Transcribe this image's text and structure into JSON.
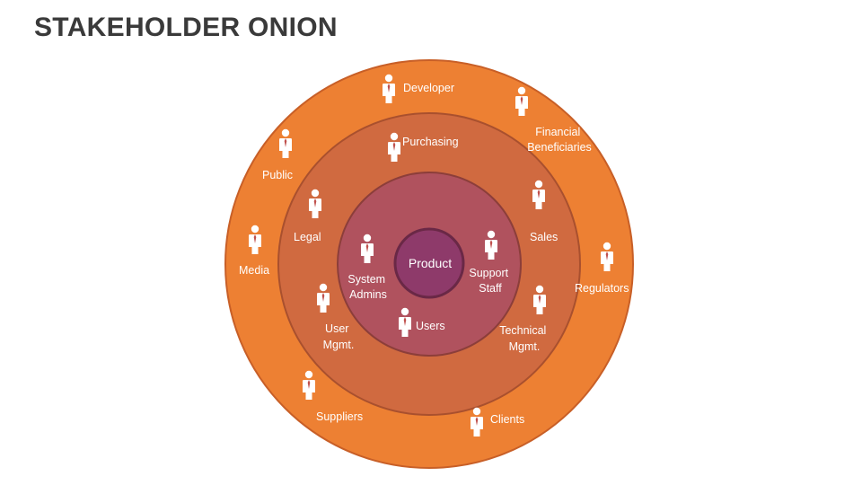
{
  "title": "STAKEHOLDER ONION",
  "colors": {
    "outer_ring": "#ED8033",
    "middle_ring": "#D06A40",
    "inner_ring": "#B0525E",
    "core": "#8E3A6A",
    "ring_border": "#B8542A",
    "text": "#FFFFFF",
    "title": "#3A3A3A"
  },
  "core": {
    "label": "Product"
  },
  "inner": {
    "system_admins": [
      "System",
      "Admins"
    ],
    "support_staff": [
      "Support",
      "Staff"
    ],
    "users": "Users"
  },
  "middle": {
    "purchasing": "Purchasing",
    "legal": "Legal",
    "sales": "Sales",
    "user_mgmt": [
      "User",
      "Mgmt."
    ],
    "technical_mgmt": [
      "Technical",
      "Mgmt."
    ]
  },
  "outer": {
    "developer": "Developer",
    "financial_beneficiaries": [
      "Financial",
      "Beneficiaries"
    ],
    "public": "Public",
    "media": "Media",
    "regulators": "Regulators",
    "suppliers": "Suppliers",
    "clients": "Clients"
  },
  "person_icon": "person-icon"
}
